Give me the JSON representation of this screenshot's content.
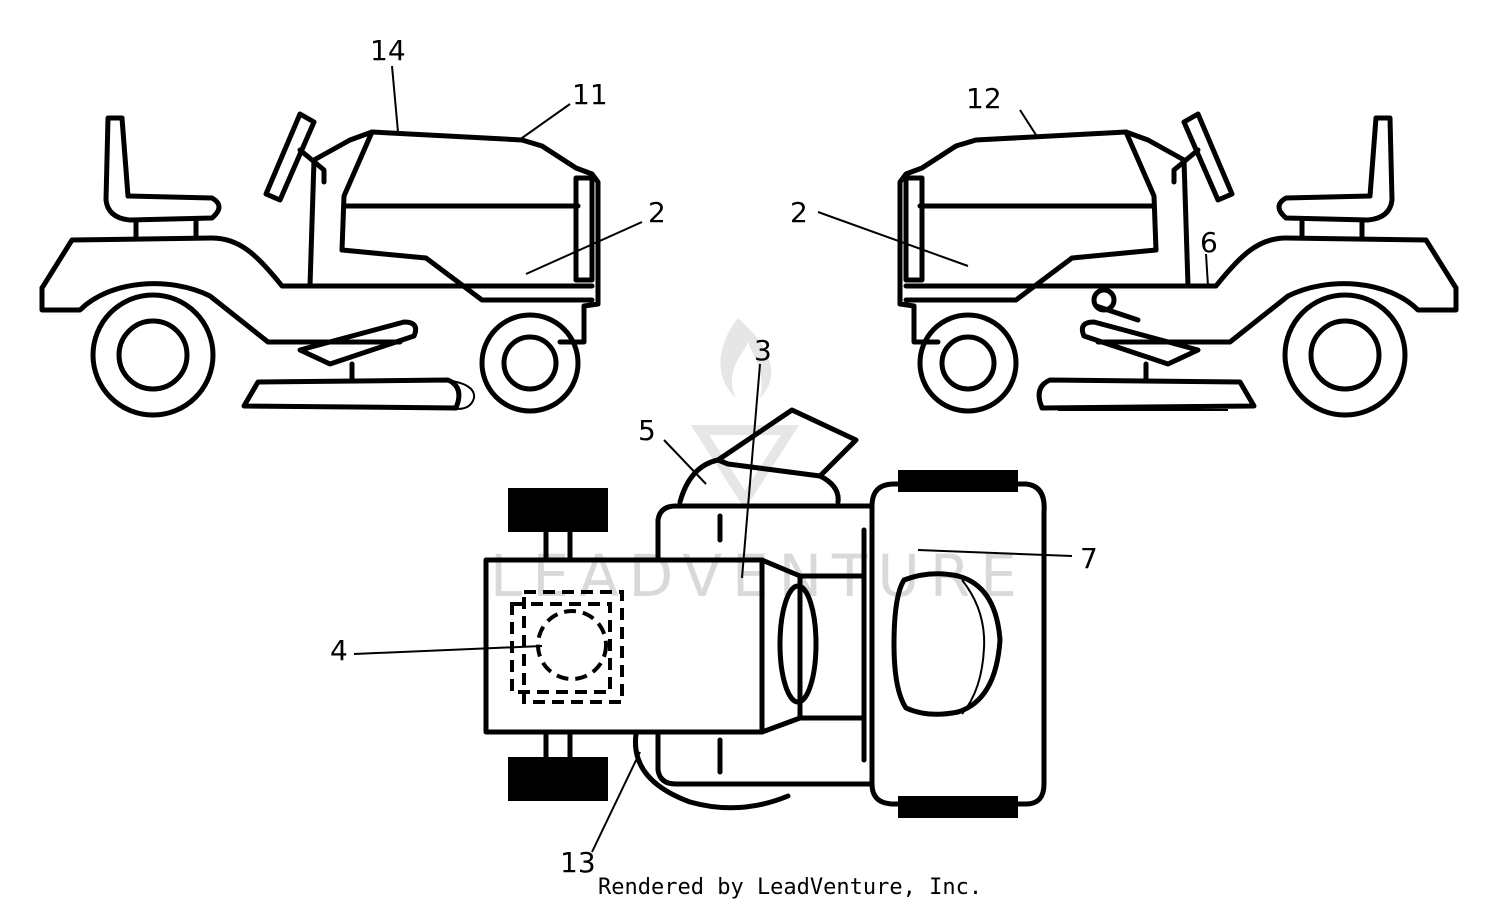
{
  "callouts": {
    "c14": "14",
    "c11": "11",
    "c2_left": "2",
    "c12": "12",
    "c2_right": "2",
    "c6": "6",
    "c3": "3",
    "c5": "5",
    "c7": "7",
    "c4": "4",
    "c13": "13"
  },
  "watermark": "LEADVENTURE",
  "footer": "Rendered by LeadVenture, Inc."
}
